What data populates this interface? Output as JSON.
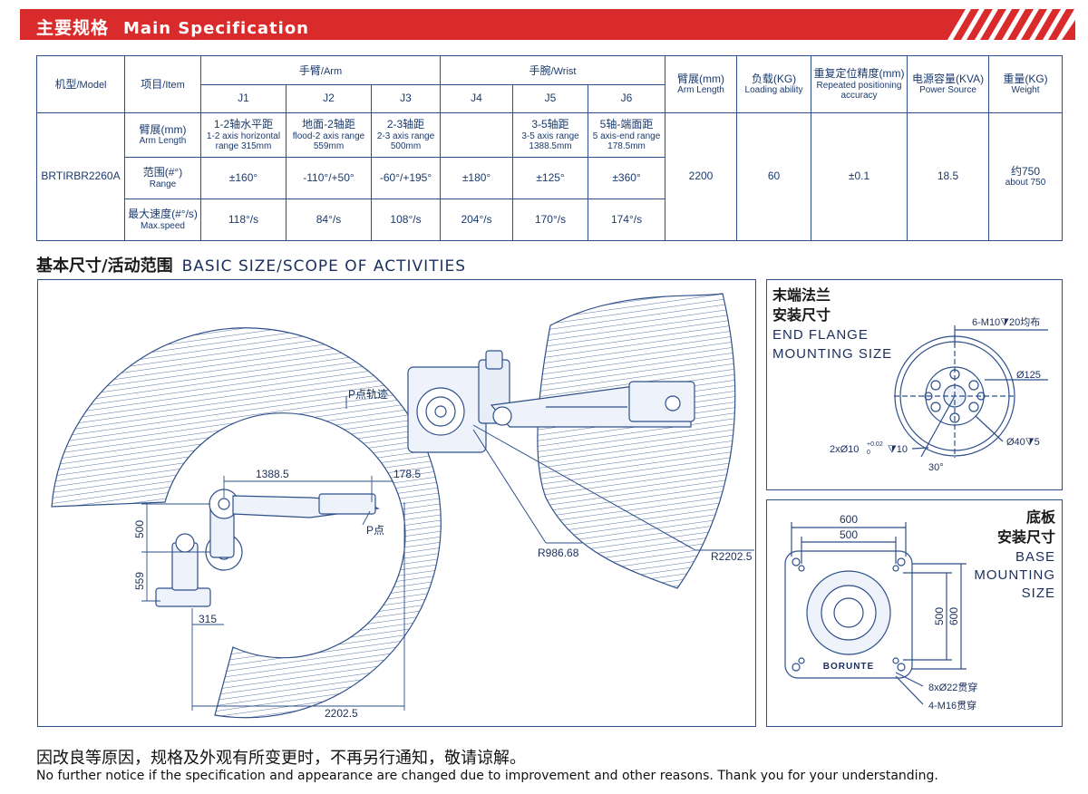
{
  "header": {
    "title_cn": "主要规格",
    "title_en": "Main Specification"
  },
  "table": {
    "model_hdr_cn": "机型",
    "model_hdr_en": "/Model",
    "item_hdr_cn": "项目",
    "item_hdr_en": "/Item",
    "arm_cn": "手臂",
    "arm_en": "/Arm",
    "wrist_cn": "手腕",
    "wrist_en": "/Wrist",
    "joints": [
      "J1",
      "J2",
      "J3",
      "J4",
      "J5",
      "J6"
    ],
    "arm_length_hdr_cn": "臂展(mm)",
    "arm_length_hdr_en": "Arm Length",
    "load_hdr_cn": "负载(KG)",
    "load_hdr_en": "Loading ability",
    "repeat_hdr_cn": "重复定位精度(mm)",
    "repeat_hdr_en": "Repeated positioning accuracy",
    "power_hdr_cn": "电源容量(KVA)",
    "power_hdr_en": "Power Source",
    "weight_hdr_cn": "重量(KG)",
    "weight_hdr_en": "Weight",
    "model": "BRTIRBR2260A",
    "row1_cn": "臂展(mm)",
    "row1_en": "Arm Length",
    "row2_cn": "范围(#°)",
    "row2_en": "Range",
    "row3_cn": "最大速度(#°/s)",
    "row3_en": "Max.speed",
    "armlen": [
      {
        "cn": "1-2轴水平距",
        "en": "1-2 axis horizontal range 315mm"
      },
      {
        "cn": "地面-2轴距",
        "en": "flood-2 axis range 559mm"
      },
      {
        "cn": "2-3轴距",
        "en": "2-3 axis range 500mm"
      },
      {
        "cn": "",
        "en": ""
      },
      {
        "cn": "3-5轴距",
        "en": "3-5 axis range 1388.5mm"
      },
      {
        "cn": "5轴-端面距",
        "en": "5 axis-end range 178.5mm"
      }
    ],
    "range": [
      "±160°",
      "-110°/+50°",
      "-60°/+195°",
      "±180°",
      "±125°",
      "±360°"
    ],
    "speed": [
      "118°/s",
      "84°/s",
      "108°/s",
      "204°/s",
      "170°/s",
      "174°/s"
    ],
    "arm_length": "2200",
    "load": "60",
    "repeat": "±0.1",
    "power": "18.5",
    "weight_cn": "约750",
    "weight_en": "about 750"
  },
  "section2": {
    "title_cn": "基本尺寸/活动范围",
    "title_en": "BASIC SIZE/SCOPE OF ACTIVITIES"
  },
  "drawing": {
    "p_track": "P点轨迹",
    "p_point": "P点",
    "d_1388": "1388.5",
    "d_178": "178.5",
    "d_500": "500",
    "d_559": "559",
    "d_315": "315",
    "d_2202": "2202.5",
    "r_986": "R986.68",
    "r_2202": "R2202.5"
  },
  "flange": {
    "title_cn1": "末端法兰",
    "title_cn2": "安装尺寸",
    "title_en1": "END FLANGE",
    "title_en2": "MOUNTING SIZE",
    "m10": "6-M10⧩20均布",
    "d125": "Ø125",
    "d40": "Ø40⧩5",
    "hole": "2xØ10",
    "hole_tol_up": "+0.02",
    "hole_tol_dn": "0",
    "hole_depth": "⧩10",
    "angle": "30°"
  },
  "base": {
    "title_cn1": "底板",
    "title_cn2": "安装尺寸",
    "title_en1": "BASE",
    "title_en2": "MOUNTING",
    "title_en3": "SIZE",
    "d600": "600",
    "d500": "500",
    "holes8": "8xØ22贯穿",
    "m16": "4-M16贯穿",
    "brand": "BORUNTE"
  },
  "footer": {
    "cn": "因改良等原因，规格及外观有所变更时，不再另行通知，敬请谅解。",
    "en": "No further notice if the specification and appearance are changed due to improvement and other reasons. Thank you for your understanding."
  }
}
